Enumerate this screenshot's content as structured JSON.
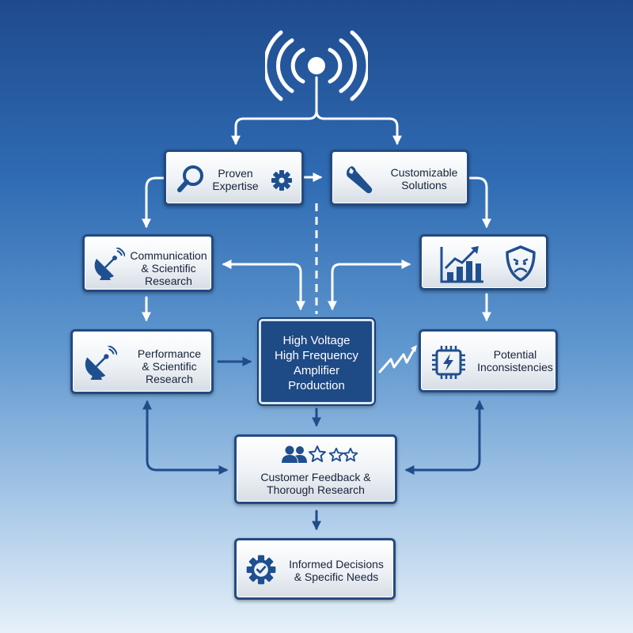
{
  "nodes": {
    "proven_expertise": {
      "lines": [
        "Proven",
        "Expertise"
      ]
    },
    "customizable_solutions": {
      "lines": [
        "Customizable",
        "Solutions"
      ]
    },
    "communication_research": {
      "lines": [
        "Communication",
        "& Scientific",
        "Research"
      ]
    },
    "growth_shield": {
      "lines": []
    },
    "performance_research": {
      "lines": [
        "Performance",
        "& Scientific",
        "Research"
      ]
    },
    "center": {
      "lines": [
        "High Voltage",
        "High Frequency",
        "Amplifier",
        "Production"
      ]
    },
    "potential_inconsistencies": {
      "lines": [
        "Potential",
        "Inconsistencies"
      ]
    },
    "customer_feedback": {
      "lines": [
        "Customer Feedback &",
        "Thorough Research"
      ]
    },
    "informed_decisions": {
      "lines": [
        "Informed Decisions",
        "& Specific Needs"
      ]
    }
  },
  "icons": {
    "top": "wireless-signal-icon",
    "proven_expertise": [
      "magnifier-icon",
      "gear-icon"
    ],
    "customizable_solutions": "wrench-icon",
    "communication_research": "satellite-dish-icon",
    "growth_shield": [
      "growth-chart-icon",
      "shield-icon"
    ],
    "performance_research": "satellite-dish-icon",
    "potential_inconsistencies": "chip-icon",
    "customer_feedback": [
      "users-icon",
      "star-icon"
    ],
    "informed_decisions": "gear-check-icon",
    "spark": "lightning-spark-icon"
  },
  "colors": {
    "node_border": "#244a82",
    "center_fill": "#1e4a85",
    "icon": "#1f4f8f",
    "connector_white": "#ffffff",
    "connector_blue": "#214c8a"
  }
}
